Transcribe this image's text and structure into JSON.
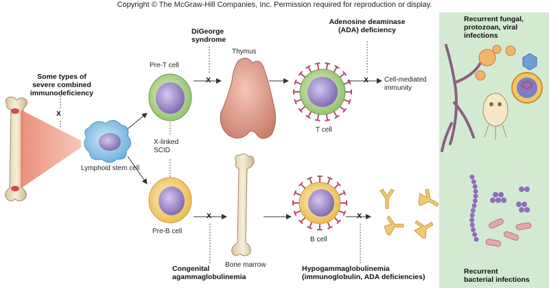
{
  "copyright": "Copyright © The McGraw-Hill Companies, Inc. Permission required for reproduction or display.",
  "labels": {
    "scid": [
      "Some types of",
      "severe combined",
      "immunodeficiency"
    ],
    "digeorge": [
      "DiGeorge",
      "syndrome"
    ],
    "ada": [
      "Adenosine deaminase",
      "(ADA) deficiency"
    ],
    "pre_t_cell": "Pre-T cell",
    "thymus": "Thymus",
    "cell_mediated": [
      "Cell-mediated",
      "immunity"
    ],
    "t_cell": "T cell",
    "lymphoid_stem_cell": "Lymphoid stem cell",
    "x_linked": [
      "X-linked",
      "SCID"
    ],
    "pre_b_cell": "Pre-B cell",
    "bone_marrow": "Bone marrow",
    "b_cell": "B cell",
    "congenital": [
      "Congenital",
      "agammaglobulinemia"
    ],
    "hypogamma": [
      "Hypogammaglobulinemia",
      "(immunoglobulin, ADA deficiencies)"
    ],
    "recurrent_fungal": [
      "Recurrent fungal,",
      "protozoan, viral",
      "infections"
    ],
    "recurrent_bacterial": [
      "Recurrent",
      "bacterial infections"
    ]
  },
  "block_marker": "X",
  "colors": {
    "panel": "#d3ead2",
    "bone": "#efe2c2",
    "stem_cell": "#8fc3e6",
    "pre_t": "#aacf86",
    "pre_b": "#f5cd6c",
    "nucleus": "#9a86c6",
    "thymus": "#e2a192",
    "receptor": "#b34a6a",
    "antibody": "#f2c873"
  }
}
